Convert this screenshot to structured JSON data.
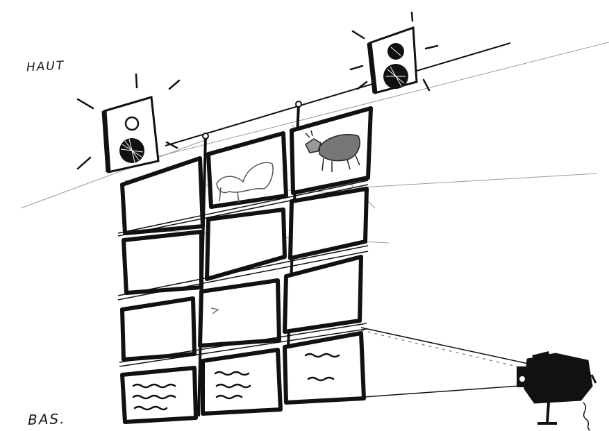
{
  "labels": {
    "top": "HAUT",
    "bottom": "BAS."
  },
  "colors": {
    "ink": "#111111",
    "faint": "#9a9a9a",
    "paper": "#ffffff"
  },
  "scene": {
    "wall_grid": {
      "rows": 4,
      "columns": 3
    },
    "speakers": 2,
    "projector": 1
  }
}
